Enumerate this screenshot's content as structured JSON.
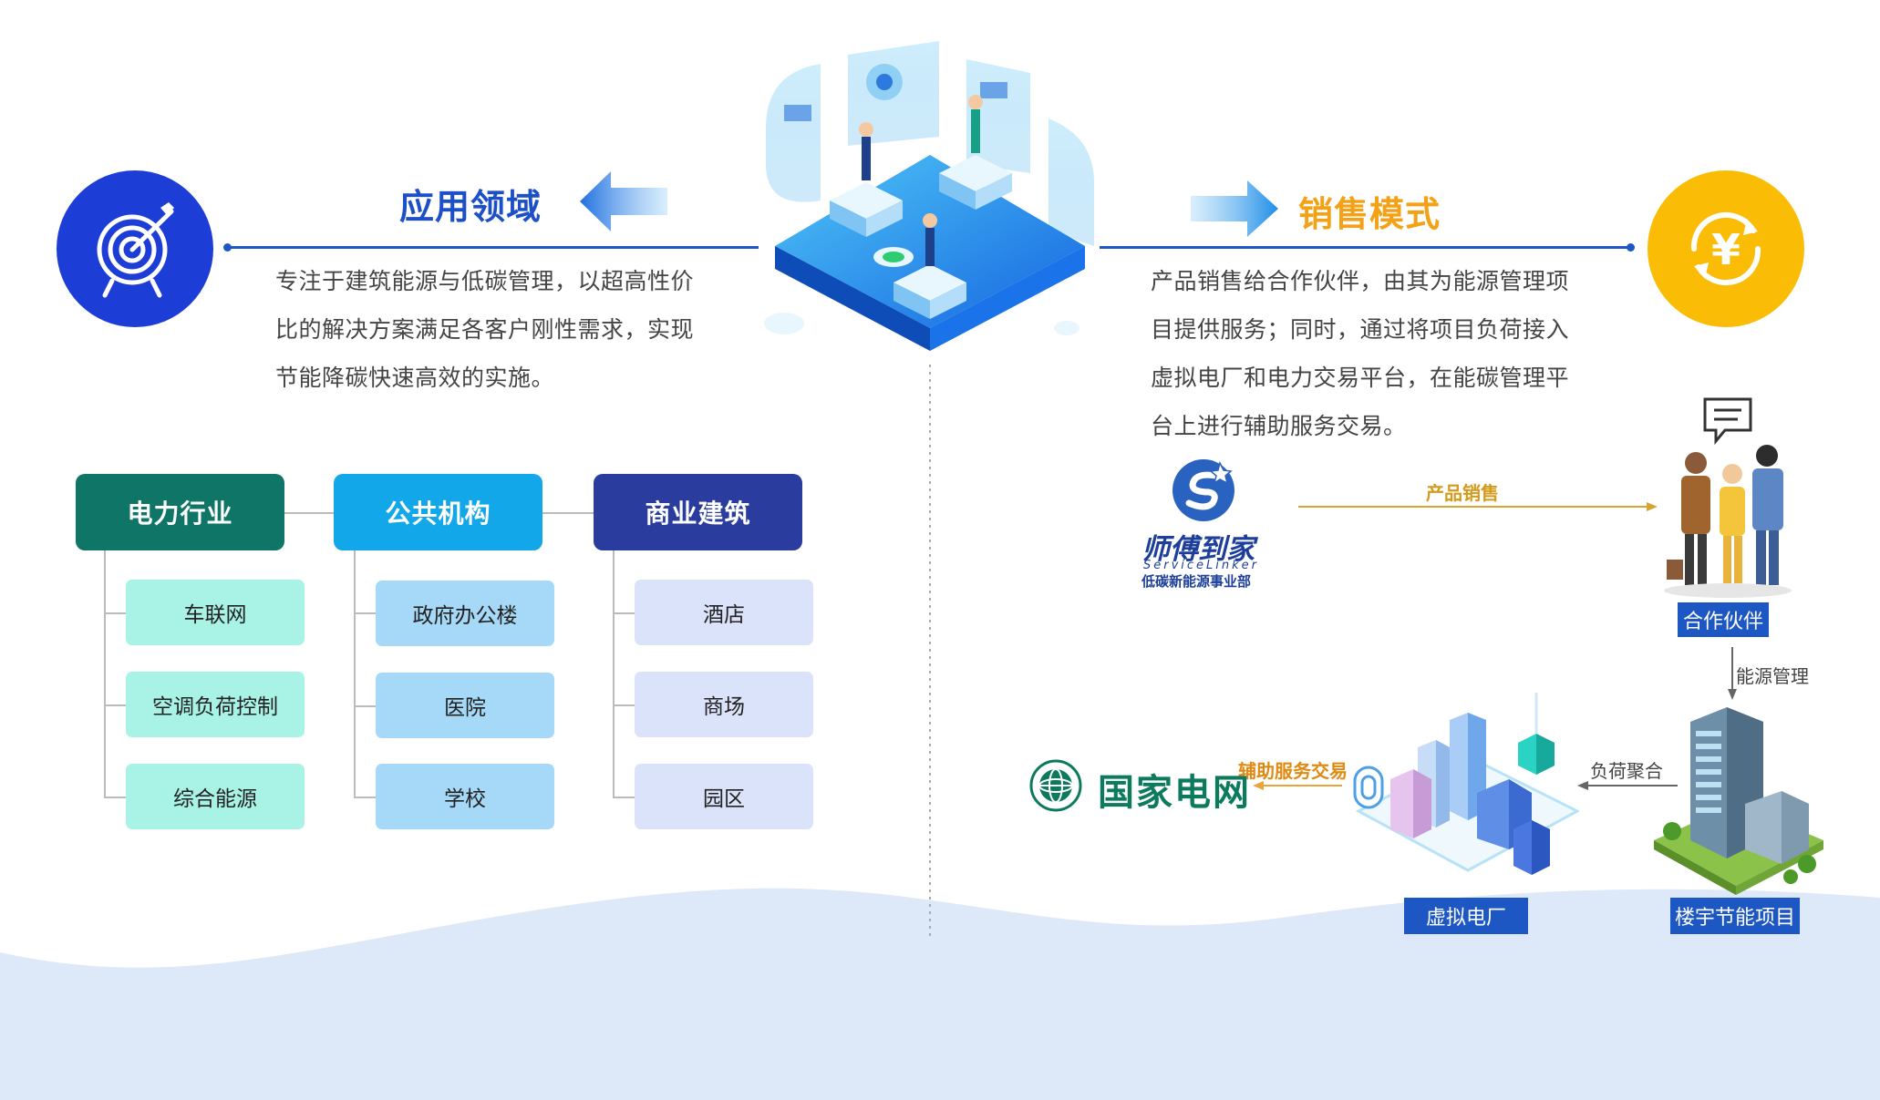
{
  "left": {
    "title": "应用领域",
    "description_lines": [
      "专注于建筑能源与低碳管理，以超高性价",
      "比的解决方案满足各客户刚性需求，实现",
      "节能降碳快速高效的实施。"
    ],
    "categories": [
      {
        "label": "电力行业",
        "color": "#0f7566",
        "item_color": "#a8f3e6",
        "items": [
          "车联网",
          "空调负荷控制",
          "综合能源"
        ]
      },
      {
        "label": "公共机构",
        "color": "#12a7e8",
        "item_color": "#a6d9f7",
        "items": [
          "政府办公楼",
          "医院",
          "学校"
        ]
      },
      {
        "label": "商业建筑",
        "color": "#2a3d9e",
        "item_color": "#dbe3fb",
        "items": [
          "酒店",
          "商场",
          "园区"
        ]
      }
    ]
  },
  "right": {
    "title": "销售模式",
    "description_lines": [
      "产品销售给合作伙伴，由其为能源管理项",
      "目提供服务；同时，通过将项目负荷接入",
      "虚拟电厂和电力交易平台，在能碳管理平",
      "台上进行辅助服务交易。"
    ],
    "flow": {
      "company_name": "师傅到家",
      "company_en": "ServiceLinker",
      "company_sub": "低碳新能源事业部",
      "product_sales": "产品销售",
      "partner": "合作伙伴",
      "energy_mgmt": "能源管理",
      "building_project": "楼宇节能项目",
      "load_aggregation": "负荷聚合",
      "virtual_plant": "虚拟电厂",
      "ancillary_trade": "辅助服务交易",
      "grid_name": "国家电网"
    }
  },
  "colors": {
    "primary_blue": "#1d57c4",
    "title_blue": "#1d50c8",
    "title_orange": "#f3a116",
    "circle_orange": "#fbbc05",
    "wave": "#dde8f8",
    "grid_green": "#0c7a5d"
  },
  "icons": {
    "left_circle": "target-icon",
    "right_circle": "yen-cycle-icon"
  }
}
